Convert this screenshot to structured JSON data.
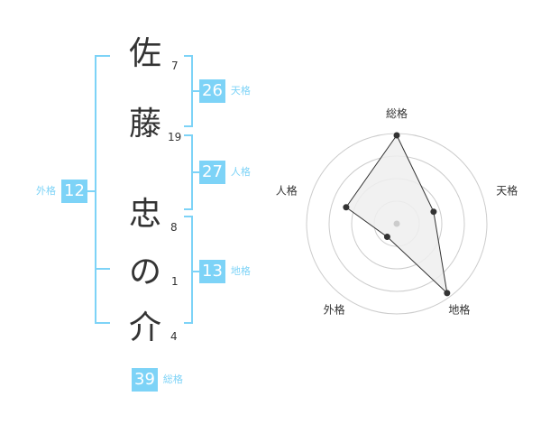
{
  "name_chars": [
    {
      "char": "佐",
      "strokes": "7"
    },
    {
      "char": "藤",
      "strokes": "19"
    },
    {
      "char": "忠",
      "strokes": "8"
    },
    {
      "char": "の",
      "strokes": "1"
    },
    {
      "char": "介",
      "strokes": "4"
    }
  ],
  "fortunes": {
    "tenkaku": {
      "value": "26",
      "label": "天格"
    },
    "jinkaku": {
      "value": "27",
      "label": "人格"
    },
    "chikaku": {
      "value": "13",
      "label": "地格"
    },
    "gaikaku": {
      "value": "12",
      "label": "外格"
    },
    "soukaku": {
      "value": "39",
      "label": "総格"
    }
  },
  "colors": {
    "accent": "#7dd3f7",
    "text": "#333333",
    "grid": "#cccccc",
    "polygon_fill": "#eeeeee",
    "polygon_stroke": "#333333"
  },
  "chart_data": {
    "type": "radar",
    "axes": [
      "総格",
      "天格",
      "地格",
      "外格",
      "人格"
    ],
    "values": [
      0.98,
      0.43,
      0.95,
      0.18,
      0.59
    ],
    "rings": 4,
    "range": [
      0,
      1
    ]
  }
}
